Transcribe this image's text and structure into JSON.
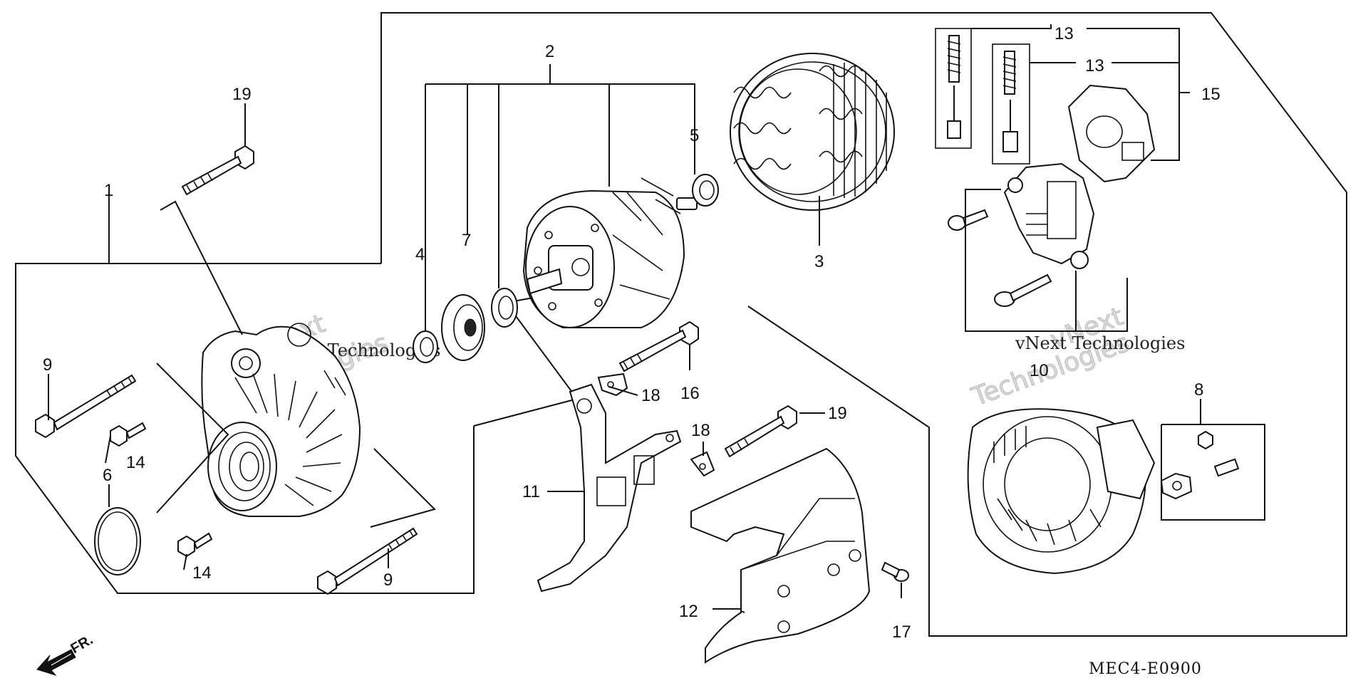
{
  "diagram": {
    "callouts": {
      "p1": "1",
      "p2": "2",
      "p3": "3",
      "p4": "4",
      "p5": "5",
      "p6": "6",
      "p7": "7",
      "p8": "8",
      "p9a": "9",
      "p9b": "9",
      "p10": "10",
      "p11": "11",
      "p12": "12",
      "p13a": "13",
      "p13b": "13",
      "p14a": "14",
      "p14b": "14",
      "p15": "15",
      "p16": "16",
      "p17": "17",
      "p18a": "18",
      "p18b": "18",
      "p19a": "19",
      "p19b": "19"
    },
    "watermark": {
      "brand_a": "vNext",
      "brand_b": "Technologies",
      "caption_a": "vNext Technologies",
      "brand_c": "vNext",
      "brand_d": "Technologies",
      "caption_b": "vNext Technologies"
    },
    "direction_label": "FR.",
    "diagram_code": "MEC4-E0900"
  }
}
